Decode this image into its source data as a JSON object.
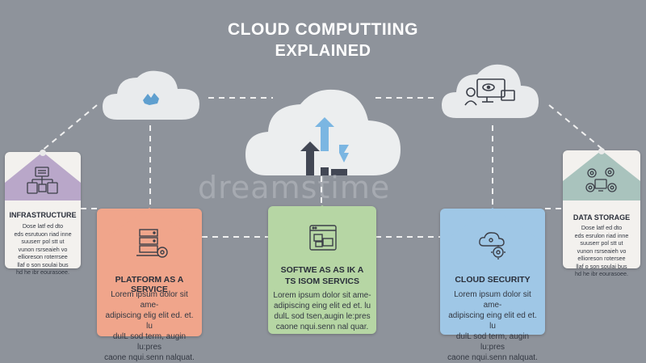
{
  "header": {
    "title_line1": "CLOUD COMPUTTIING",
    "title_line2": "EXPLAINED"
  },
  "watermark": "dreamstime",
  "colors": {
    "background": "#8e939b",
    "infrastructure": "#b9a7c9",
    "platform": "#f0a58b",
    "software": "#b6d6a4",
    "security": "#9fc7e6",
    "storage": "#a9c3bd",
    "arrow_blue": "#7bb6e2"
  },
  "cards": {
    "infrastructure": {
      "label": "INFRASTRUCTURE",
      "desc": [
        "Dose latf ed dto",
        "eds esrutuon riad inne",
        "suuserr pol stt ut",
        "vunon rsrseaieh vo",
        "ellioreson roterrsee",
        "llaf o son soulai bus",
        "hd he ibr eourasoee."
      ],
      "icon": "network-boxes-icon"
    },
    "platform": {
      "label": "PLATFORM AS A SERVICE",
      "desc": [
        "Lorem ipsum dolor sit ame-",
        "adipiscing elig elit ed. et. lu",
        "dulL sod term, augin lu:pres",
        "caone nqui.senn nalquat."
      ],
      "icon": "server-gear-icon"
    },
    "software": {
      "label": "SOFTWE AS AS IK A",
      "label2": "TS ISOM SERVICS",
      "desc": [
        "Lorem ipsum dolor sit ame-",
        "adipiscing eing elit ed et. lu",
        "dulL sod tsen,augin le:pres",
        "caone nqui.senn nal quar."
      ],
      "icon": "app-window-icon"
    },
    "security": {
      "label": "CLOUD SECURITY",
      "desc": [
        "Lorem ipsum dolor sit ame-",
        "adipiscing eing elit ed et. lu",
        "dulL sod term, augin lu:pres",
        "caone nqui.senn nalquat."
      ],
      "icon": "cloud-gear-icon"
    },
    "storage": {
      "label": "DATA STORAGE",
      "desc": [
        "Dose latf ed dto",
        "eds esrulon riad inne",
        "suuserr pol stt ut",
        "vunon rsrseaieh vo",
        "ellioreson rotersee",
        "llaf o son soulai bus",
        "hd he ibr eourasoee."
      ],
      "icon": "gears-devices-icon"
    }
  }
}
